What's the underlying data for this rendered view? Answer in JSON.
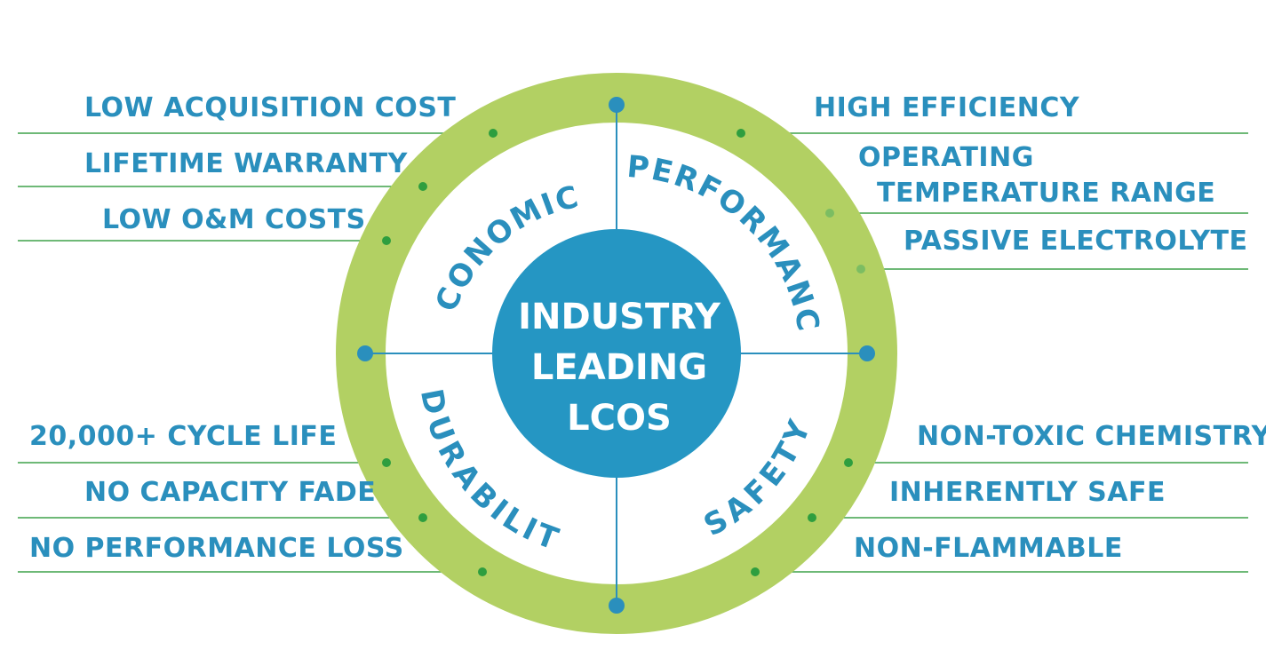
{
  "center": {
    "lines": [
      "INDUSTRY",
      "LEADING",
      "LCOS"
    ]
  },
  "quadrants": {
    "economics": "ECONOMICS",
    "performance": "PERFORMANCE",
    "durability": "DURABILITY",
    "safety": "SAFETY"
  },
  "features_left_top": [
    "LOW ACQUISITION COST",
    "LIFETIME WARRANTY",
    "LOW O&M COSTS"
  ],
  "features_right_top": {
    "high_efficiency": "HIGH EFFICIENCY",
    "operating_temp_line1": "OPERATING",
    "operating_temp_line2": "TEMPERATURE RANGE",
    "passive_electrolyte": "PASSIVE ELECTROLYTE"
  },
  "features_left_bottom": [
    "20,000+ CYCLE LIFE",
    "NO CAPACITY FADE",
    "NO PERFORMANCE LOSS"
  ],
  "features_right_bottom": [
    "NON-TOXIC CHEMISTRY",
    "INHERENTLY SAFE",
    "NON-FLAMMABLE"
  ],
  "colors": {
    "ring_green": "#b2d063",
    "accent_blue": "#2a8fbd",
    "center_blue": "#2596c3",
    "line_green": "#3fa24a",
    "dot_green": "#2e9e3f"
  }
}
